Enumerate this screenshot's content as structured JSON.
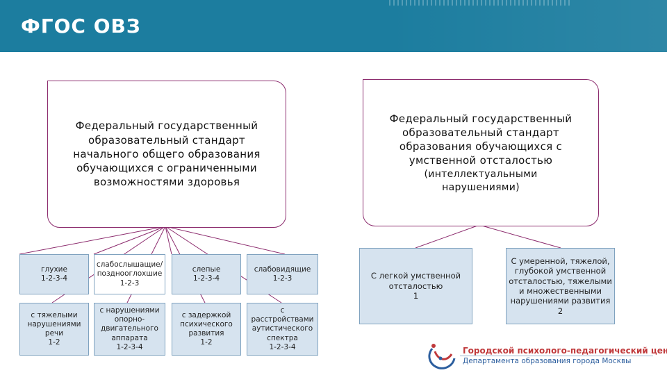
{
  "header": {
    "title": "ФГОС ОВЗ"
  },
  "standards": {
    "left": [
      "Федеральный государственный",
      "образовательный стандарт",
      "начального общего образования",
      "обучающихся с ограниченными",
      "возможностями здоровья"
    ],
    "right": [
      "Федеральный государственный",
      "образовательный стандарт",
      "образования обучающихся с",
      "умственной отсталостью"
    ],
    "right_extra": [
      "(интеллектуальными",
      "нарушениями)"
    ]
  },
  "categories_row1": [
    [
      "глухие",
      "1-2-3-4"
    ],
    [
      "слабослышащие/",
      "позднооглохшие",
      "1-2-3"
    ],
    [
      "слепые",
      "1-2-3-4"
    ],
    [
      "слабовидящие",
      "1-2-3"
    ]
  ],
  "categories_row2": [
    [
      "с тяжелыми",
      "нарушениями",
      "речи",
      "1-2"
    ],
    [
      "с нарушениями",
      "опорно-",
      "двигательного",
      "аппарата",
      "1-2-3-4"
    ],
    [
      "с задержкой",
      "психического",
      "развития",
      "1-2"
    ],
    [
      "с",
      "расстройствами",
      "аутистического",
      "спектра",
      "1-2-3-4"
    ]
  ],
  "categories_right": [
    [
      "С легкой умственной",
      "отсталостью",
      "1"
    ],
    [
      "С умеренной, тяжелой,",
      "глубокой умственной",
      "отсталостью, тяжелыми",
      "и множественными",
      "нарушениями развития",
      "2"
    ]
  ],
  "logo": {
    "line1": "Городской психолого-педагогический центр",
    "line2": "Департамента образования города Москвы"
  },
  "colors": {
    "header": "#1c7d9f",
    "frame": "#8c2c6e",
    "box_fill": "#d6e3ef",
    "box_border": "#7fa2bf",
    "logo_red": "#c0393b",
    "logo_blue": "#2c5e9e"
  }
}
